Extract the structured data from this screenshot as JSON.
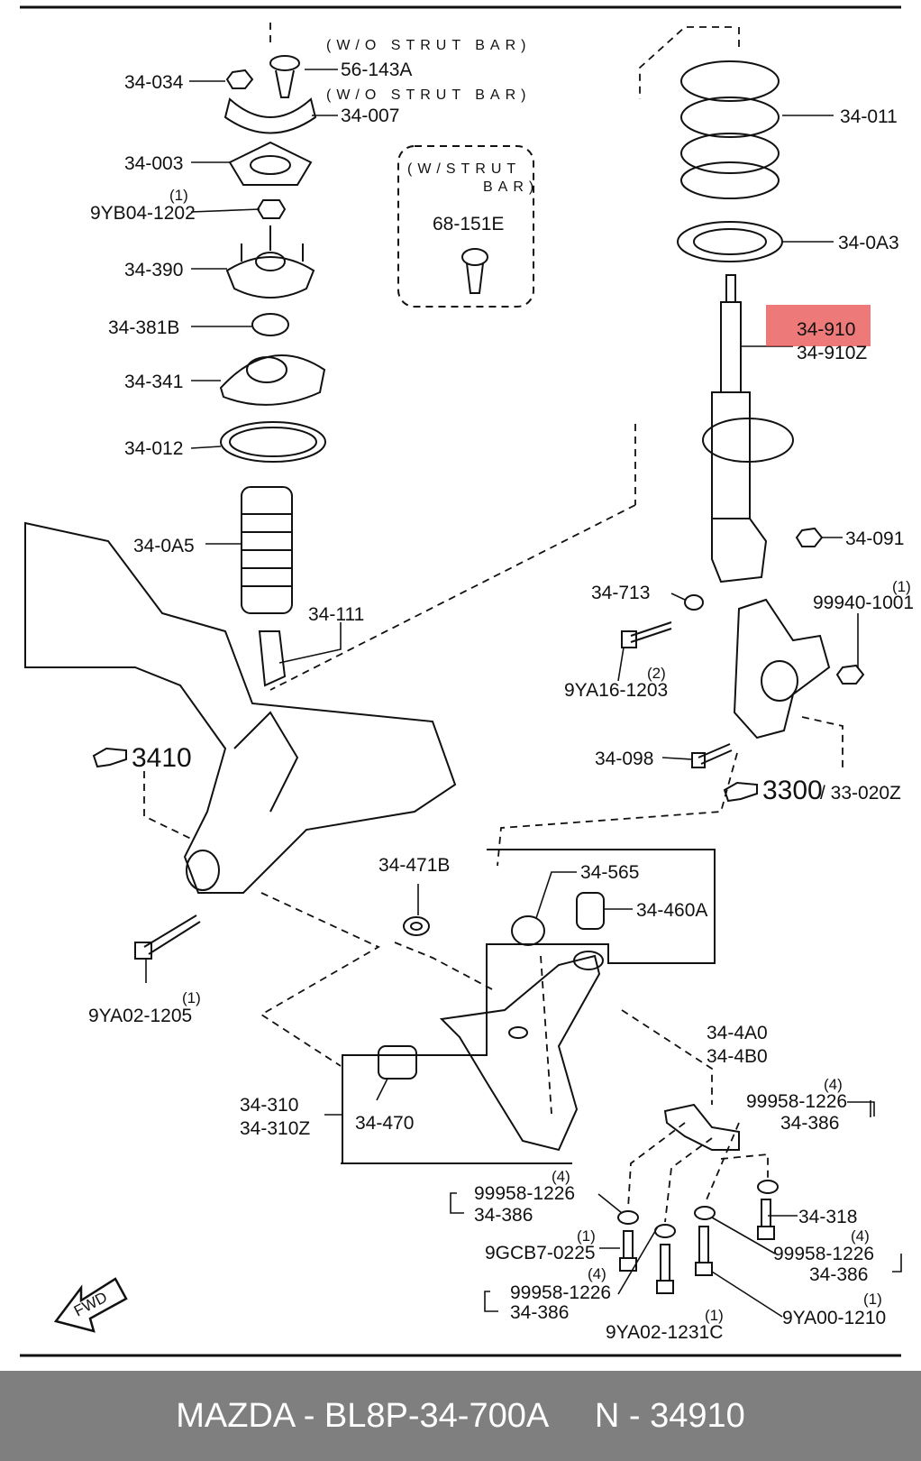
{
  "diagram": {
    "notes": {
      "wo_strut_bar_1": "(W/O STRUT BAR)",
      "wo_strut_bar_2": "(W/O STRUT BAR)",
      "w_strut_bar_l1": "(W/STRUT",
      "w_strut_bar_l2": "BAR)"
    },
    "parts": {
      "p34_034": "34-034",
      "p56_143a": "56-143A",
      "p34_007": "34-007",
      "p34_003": "34-003",
      "p9yb04_qty": "(1)",
      "p9yb04": "9YB04-1202",
      "p34_390": "34-390",
      "p34_381b": "34-381B",
      "p34_341": "34-341",
      "p34_012": "34-012",
      "p34_0a5": "34-0A5",
      "p34_111": "34-111",
      "p68_151e": "68-151E",
      "p34_011": "34-011",
      "p34_0a3": "34-0A3",
      "p34_910": "34-910",
      "p34_910z": "34-910Z",
      "p34_091": "34-091",
      "p99940_qty": "(1)",
      "p99940": "99940-1001",
      "p34_713": "34-713",
      "p9ya16_qty": "(2)",
      "p9ya16": "9YA16-1203",
      "p34_098": "34-098",
      "ref3410": "3410",
      "ref3300": "3300",
      "p33_020z": "/ 33-020Z",
      "p34_471b": "34-471B",
      "p34_565": "34-565",
      "p34_460a": "34-460A",
      "p9ya02_1205_qty": "(1)",
      "p9ya02_1205": "9YA02-1205",
      "p34_310": "34-310",
      "p34_310z": "34-310Z",
      "p34_470": "34-470",
      "p34_4a0": "34-4A0",
      "p34_4b0": "34-4B0",
      "r1_qty": "(4)",
      "r1_a": "99958-1226",
      "r1_b": "34-386",
      "p34_318": "34-318",
      "r2_qty": "(4)",
      "r2_a": "99958-1226",
      "r2_b": "34-386",
      "l1_qty": "(4)",
      "l1_a": "99958-1226",
      "l1_b": "34-386",
      "p9gcb7_qty": "(1)",
      "p9gcb7": "9GCB7-0225",
      "l2_qty": "(4)",
      "l2_a": "99958-1226",
      "l2_b": "34-386",
      "p9ya02_1231c_qty": "(1)",
      "p9ya02_1231c": "9YA02-1231C",
      "p9ya00_qty": "(1)",
      "p9ya00": "9YA00-1210",
      "fwd": "FWD"
    }
  },
  "footer": {
    "text": "MAZDA - BL8P-34-700A     N - 34910"
  },
  "colors": {
    "highlight": "#e84c4c",
    "footer_bg": "#7f7f7f"
  }
}
